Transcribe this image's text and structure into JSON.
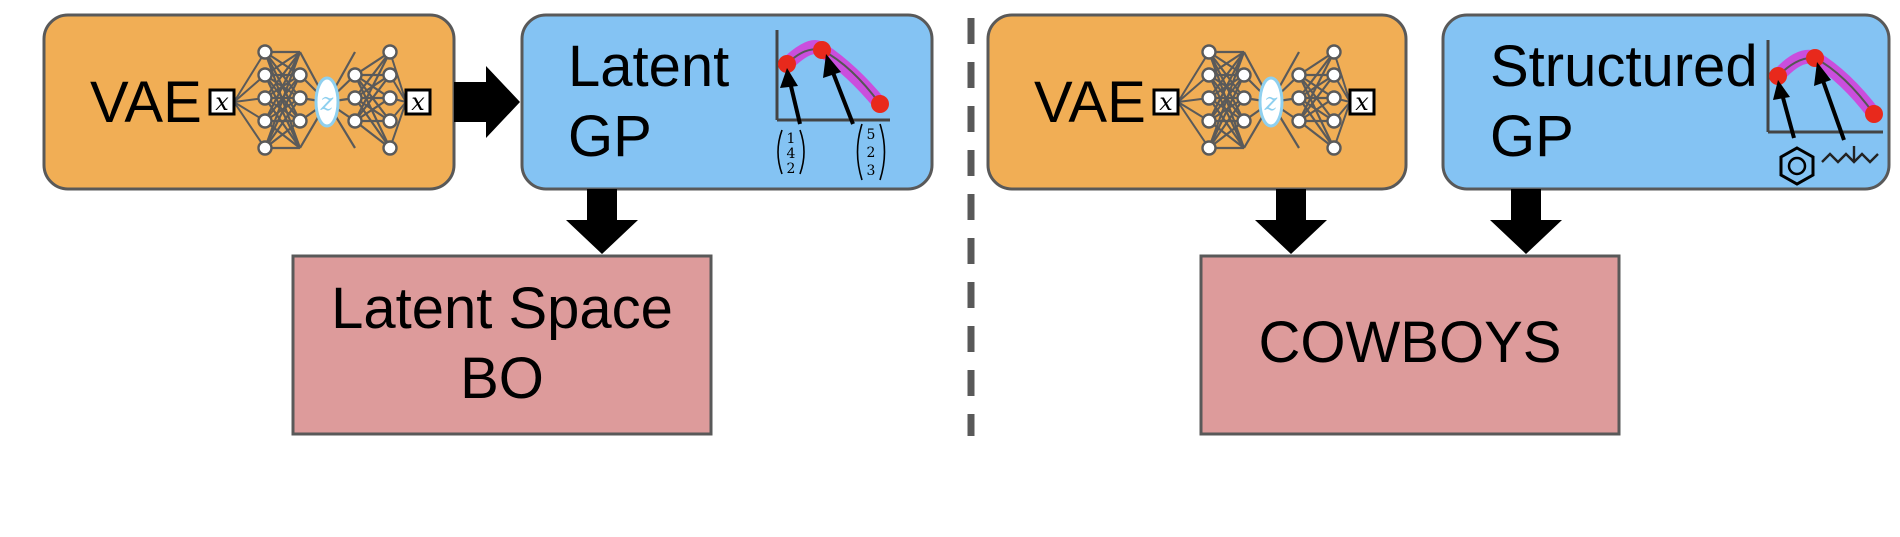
{
  "left": {
    "vae_label": "VAE",
    "gp_label_lines": [
      "Latent",
      "GP"
    ],
    "result_label_lines": [
      "Latent Space",
      "BO"
    ],
    "vectors": [
      [
        "1",
        "4",
        "2"
      ],
      [
        "5",
        "2",
        "3"
      ]
    ]
  },
  "right": {
    "vae_label": "VAE",
    "gp_label_lines": [
      "Structured",
      "GP"
    ],
    "result_label_lines": [
      "COWBOYS"
    ]
  },
  "symbols": {
    "input": "x",
    "output": "x",
    "latent": "z"
  },
  "colors": {
    "vae": "#f1ae55",
    "gp": "#84c3f3",
    "result": "#dd9b9b",
    "border": "#595959",
    "arrow": "#000000",
    "point": "#e8291c",
    "curve": "#d63ad8",
    "latent_node": "#8fd0ef",
    "divider": "#595959"
  },
  "icons": [
    "neural-network-icon",
    "benzene-ring-icon",
    "molecule-chain-icon",
    "gp-plot-icon"
  ]
}
